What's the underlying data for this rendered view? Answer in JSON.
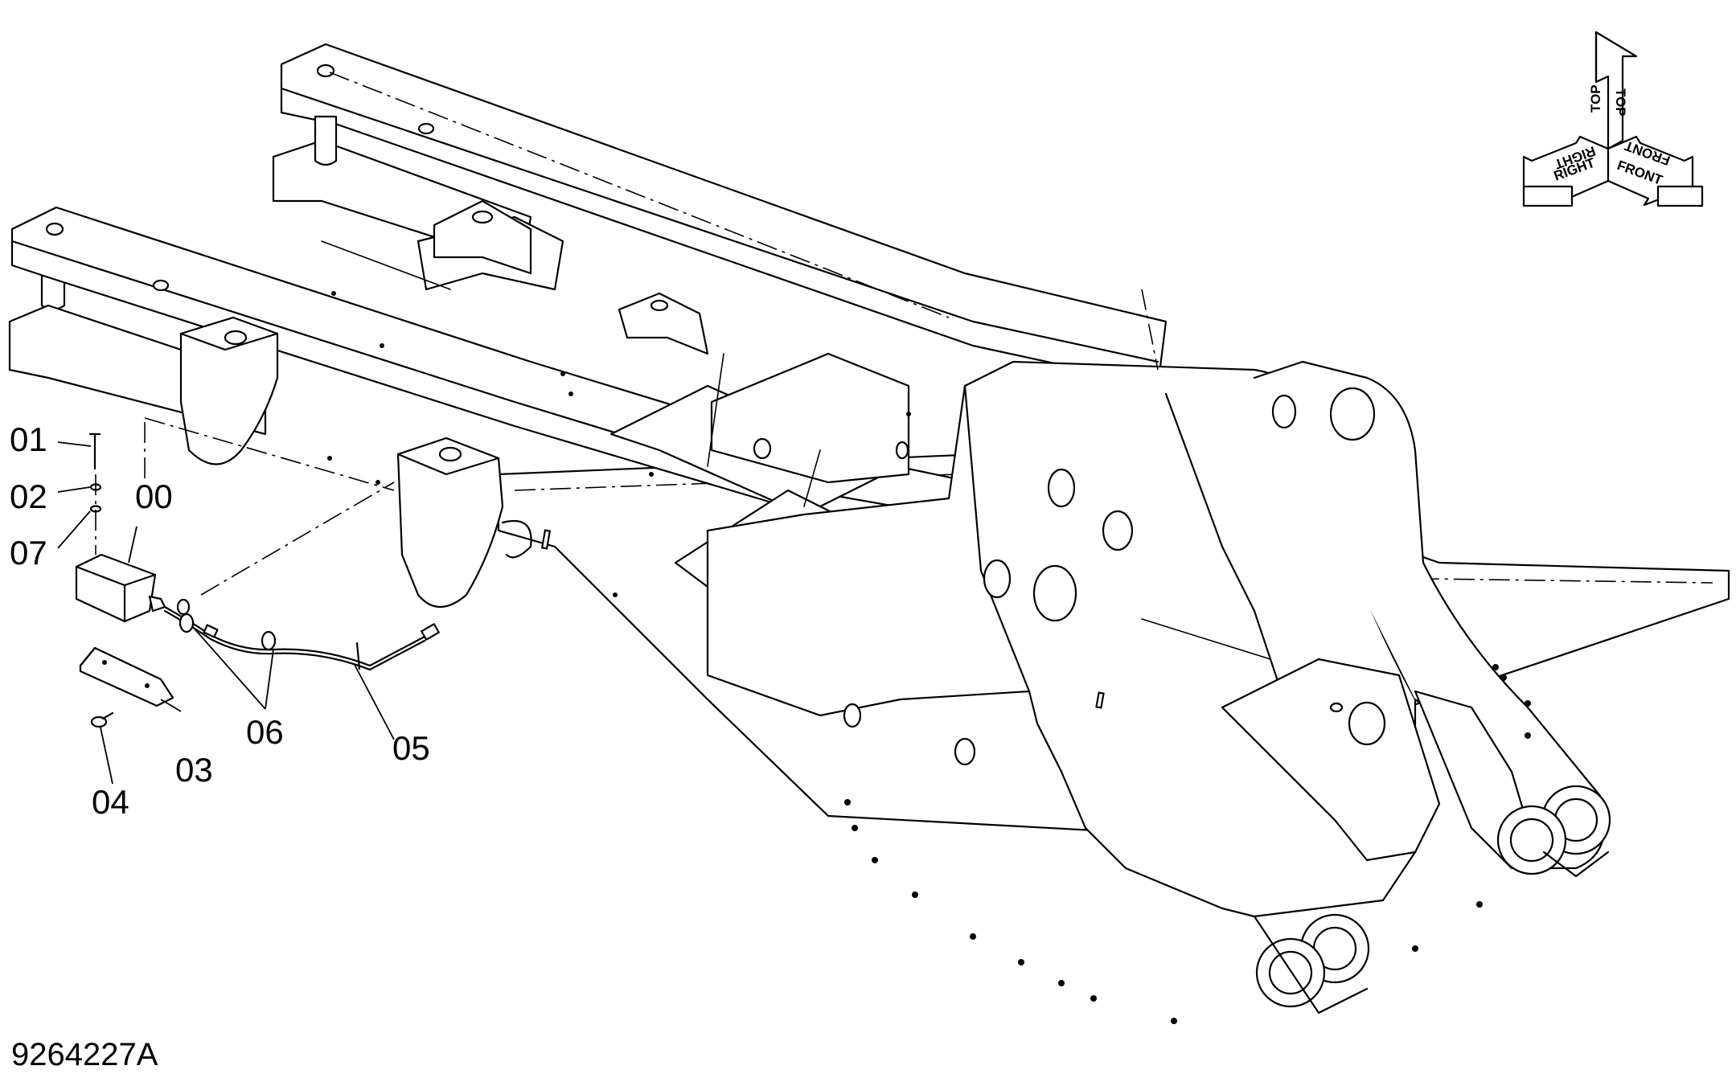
{
  "drawing": {
    "document_id": "9264227A",
    "part_callouts": [
      "00",
      "01",
      "02",
      "03",
      "04",
      "05",
      "06",
      "07"
    ]
  },
  "orientation_indicator": {
    "labels": {
      "top": "TOP",
      "front": "FRONT",
      "right": "RIGHT"
    }
  },
  "colors": {
    "line": "#000000",
    "background": "#ffffff"
  }
}
